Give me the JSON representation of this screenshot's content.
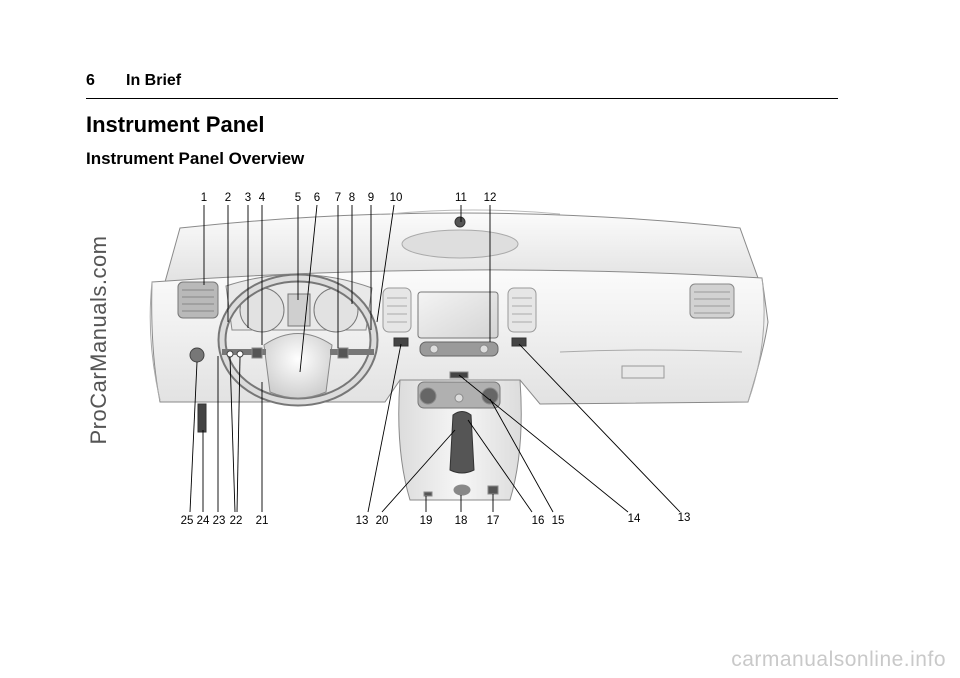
{
  "header": {
    "page_number": "6",
    "running_head": "In Brief"
  },
  "section_title": "Instrument Panel",
  "subsection_title": "Instrument Panel Overview",
  "illustration": {
    "callouts_top": [
      "1",
      "2",
      "3",
      "4",
      "5",
      "6",
      "7",
      "8",
      "9",
      "10",
      "11",
      "12"
    ],
    "callouts_bottom": [
      "25",
      "24",
      "23",
      "22",
      "21",
      "13",
      "20",
      "19",
      "18",
      "17",
      "16",
      "15",
      "14",
      "13"
    ]
  },
  "watermarks": {
    "side": "ProCarManuals.com",
    "bottom": "carmanualsonline.info"
  }
}
